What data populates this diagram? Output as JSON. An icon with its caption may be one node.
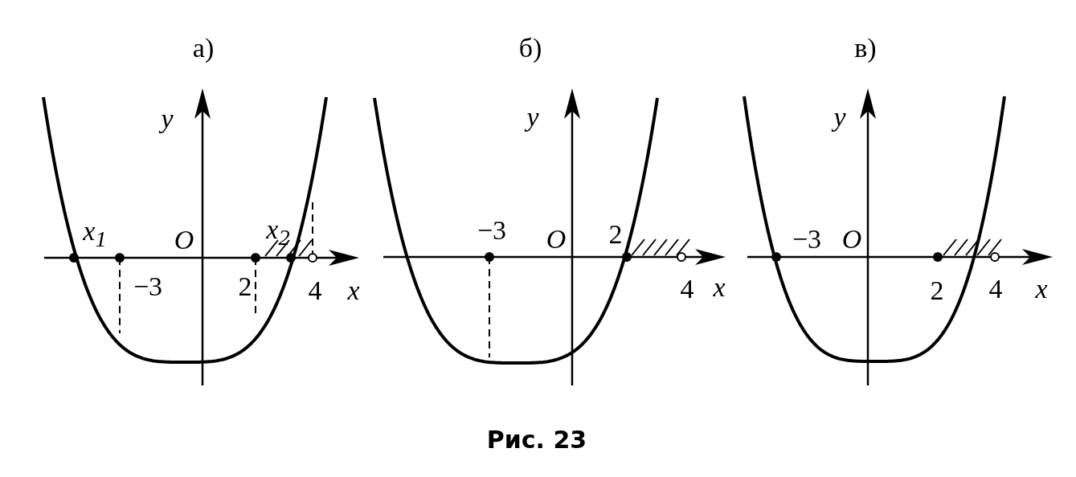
{
  "diagram": {
    "caption": "Рис. 23",
    "labels": [
      "а)",
      "б)",
      "в)",
      "y",
      "x$_{1}$",
      "O",
      "x$_{2}$",
      "−3",
      "2",
      "4",
      "x",
      "y",
      "−3",
      "O",
      "2",
      "4",
      "x",
      "y",
      "−3",
      "O",
      "2",
      "4",
      "x"
    ]
  }
}
